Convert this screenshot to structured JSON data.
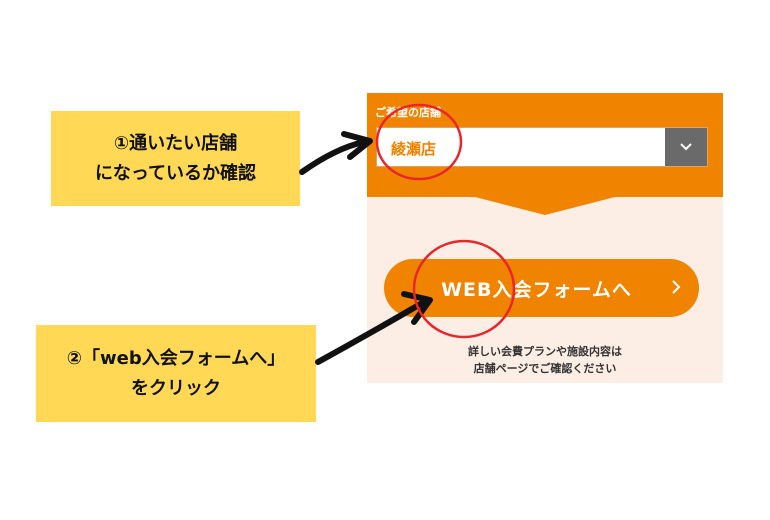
{
  "notes": {
    "step1": {
      "line1": "①通いたい店舗",
      "line2": "になっているか確認"
    },
    "step2": {
      "line1": "②「web入会フォームへ」",
      "line2": "をクリック"
    }
  },
  "panel": {
    "field_label": "ご希望の店舗",
    "selected_store": "綾瀬店",
    "dropdown_icon": "chevron-down-icon",
    "cta_label": "WEB入会フォームへ",
    "cta_icon": "chevron-right-icon",
    "footnote_line1": "詳しい会費プランや施設内容は",
    "footnote_line2": "店舗ページでご確認ください"
  },
  "colors": {
    "accent": "#f08300",
    "panel_bg": "#fdeee5",
    "note_bg": "#ffd955",
    "highlight_circle": "#e8262b",
    "dropdown_button": "#6a6a6a"
  }
}
